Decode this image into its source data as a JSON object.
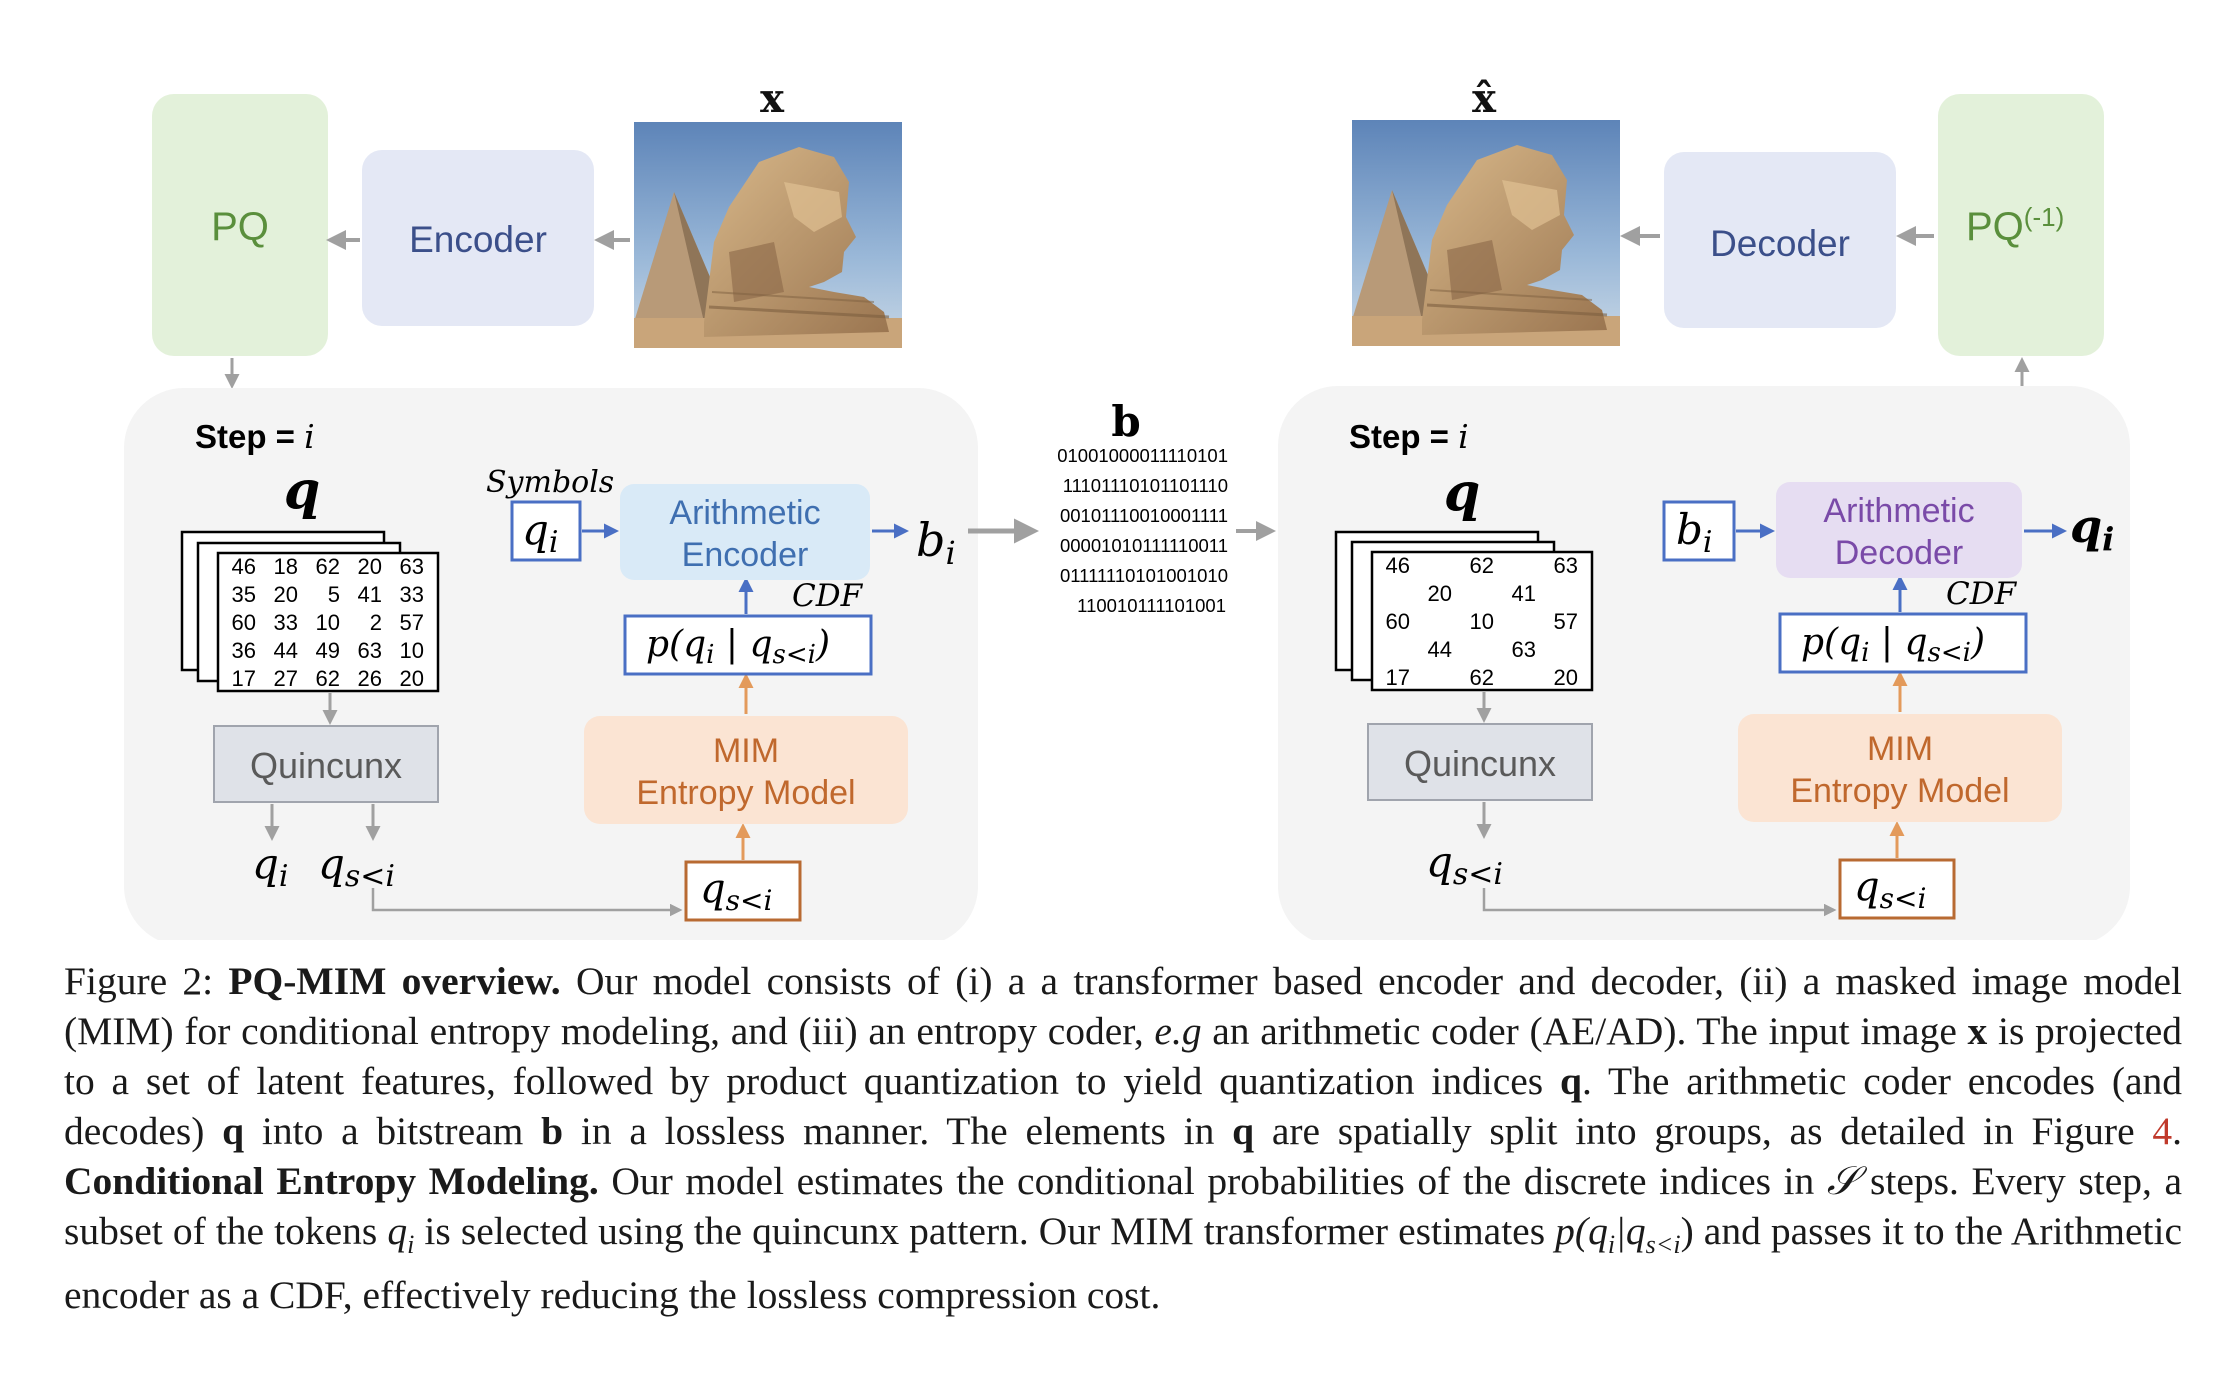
{
  "encoder_side": {
    "image_label": "x",
    "encoder_label": "Encoder",
    "pq_label": "PQ",
    "step_prefix": "Step = ",
    "step_var": "i",
    "q_label": "q",
    "symbols_label": "Symbols",
    "qi_label": "q",
    "qi_sub": "i",
    "ae_line1": "Arithmetic",
    "ae_line2": "Encoder",
    "bi_label": "b",
    "bi_sub": "i",
    "cdf_label": "CDF",
    "prob_text": "p(q",
    "prob_sub1": "i",
    "prob_mid": " | q",
    "prob_sub2": "s<i",
    "prob_end": ")",
    "mim_line1": "MIM",
    "mim_line2": "Entropy Model",
    "quincunx_label": "Quincunx",
    "out_qi": "q",
    "out_qi_sub": "i",
    "out_qs": "q",
    "out_qs_sub": "s<i",
    "box_qs": "q",
    "box_qs_sub": "s<i",
    "grid": [
      [
        "46",
        "18",
        "62",
        "20",
        "63"
      ],
      [
        "35",
        "20",
        "5",
        "41",
        "33"
      ],
      [
        "60",
        "33",
        "10",
        "2",
        "57"
      ],
      [
        "36",
        "44",
        "49",
        "63",
        "10"
      ],
      [
        "17",
        "27",
        "62",
        "26",
        "20"
      ]
    ]
  },
  "bitstream": {
    "label": "b",
    "lines": [
      "01001000011110101",
      "11101110101101110",
      "00101110010001111",
      "00001010111110011",
      "01111110101001010",
      "110010111101001"
    ]
  },
  "decoder_side": {
    "image_label": "x̂",
    "decoder_label": "Decoder",
    "pq_label": "PQ",
    "pq_sup": "(-1)",
    "step_prefix": "Step = ",
    "step_var": "i",
    "q_label": "q",
    "bi_label": "b",
    "bi_sub": "i",
    "ad_line1": "Arithmetic",
    "ad_line2": "Decoder",
    "qi_out": "q",
    "qi_out_sub": "i",
    "cdf_label": "CDF",
    "prob_text": "p(q",
    "prob_sub1": "i",
    "prob_mid": " | q",
    "prob_sub2": "s<i",
    "prob_end": ")",
    "mim_line1": "MIM",
    "mim_line2": "Entropy Model",
    "quincunx_label": "Quincunx",
    "out_qs": "q",
    "out_qs_sub": "s<i",
    "box_qs": "q",
    "box_qs_sub": "s<i",
    "grid": [
      [
        "46",
        "",
        "62",
        "",
        "63"
      ],
      [
        "",
        "20",
        "",
        "41",
        ""
      ],
      [
        "60",
        "",
        "10",
        "",
        "57"
      ],
      [
        "",
        "44",
        "",
        "63",
        ""
      ],
      [
        "17",
        "",
        "62",
        "",
        "20"
      ]
    ]
  },
  "caption": {
    "fig_label": "Figure 2: ",
    "title": "PQ-MIM overview.",
    "t1": " Our model consists of (i) a a transformer based encoder and decoder, (ii) a masked image model (MIM) for conditional entropy modeling, and (iii) an entropy coder, ",
    "eg": "e.g",
    "t2": " an arithmetic coder (AE/AD). The input image ",
    "x": "x",
    "t3": " is projected to a set of latent features, followed by product quantization to yield quantization indices ",
    "q1": "q",
    "t4": ". The arithmetic coder encodes (and decodes) ",
    "q2": "q",
    "t5": " into a bitstream ",
    "b": "b",
    "t6": " in a lossless manner. The elements in ",
    "q3": "q",
    "t7": " are spatially split into groups, as detailed in Figure ",
    "figref": "4",
    "t8": ". ",
    "title2": "Conditional Entropy Modeling.",
    "t9": " Our model estimates the conditional probabilities of the discrete indices in ",
    "S": "𝒮",
    "t10": " steps. Every step, a subset of the tokens ",
    "qi": "q",
    "qi_sub": "i",
    "t11": " is selected using the quincunx pattern. Our MIM transformer estimates ",
    "p": "p(q",
    "p_sub1": "i",
    "p_mid": "|q",
    "p_sub2": "s<i",
    "p_end": ")",
    "t12": " and passes it to the Arithmetic encoder as a CDF, effectively reducing the lossless compression cost."
  },
  "colors": {
    "pq_fill": "#e3f1da",
    "pq_text": "#5a8f3c",
    "enc_fill": "#e4e8f5",
    "enc_text": "#3b4f8a",
    "ae_fill": "#d9eaf7",
    "ae_text": "#3f6fb0",
    "ad_fill": "#e6ddf2",
    "ad_text": "#7a4aa8",
    "mim_fill": "#fbe4d3",
    "mim_text": "#c0682d",
    "quincunx_fill": "#dfe2e8",
    "panel_fill": "#f4f4f4",
    "arrow_gray": "#a0a0a0",
    "arrow_blue": "#4a6fc4",
    "arrow_orange": "#e39a5b"
  }
}
